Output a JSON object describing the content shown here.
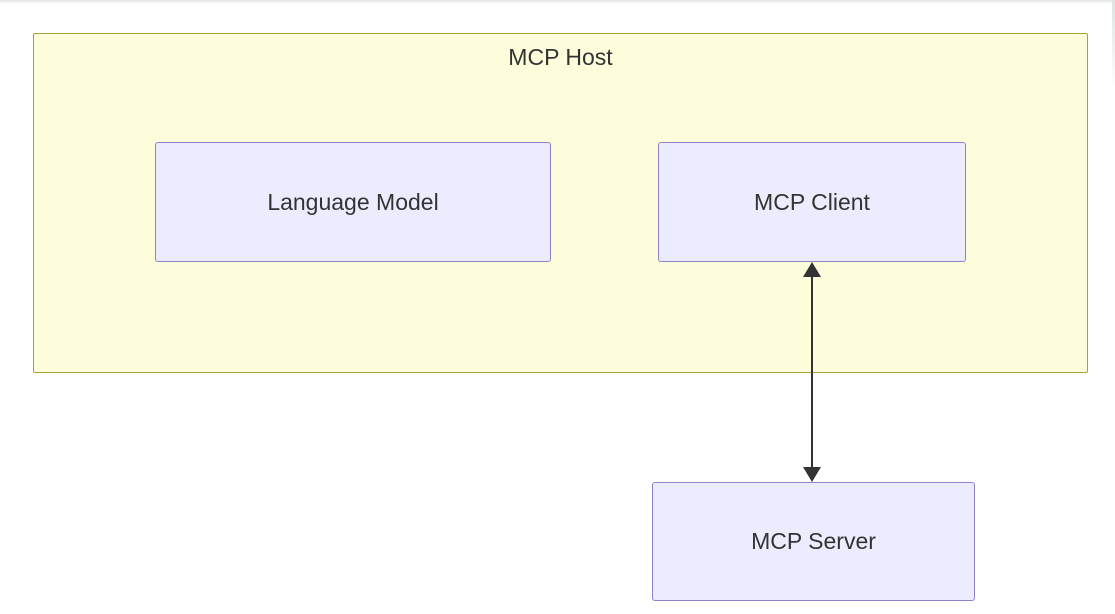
{
  "diagram": {
    "type": "flowchart",
    "host": {
      "label": "MCP Host"
    },
    "nodes": [
      {
        "id": "language-model",
        "label": "Language Model",
        "inside_host": true
      },
      {
        "id": "mcp-client",
        "label": "MCP Client",
        "inside_host": true
      },
      {
        "id": "mcp-server",
        "label": "MCP Server",
        "inside_host": false
      }
    ],
    "edges": [
      {
        "from": "mcp-client",
        "to": "mcp-server",
        "bidirectional": true,
        "style": "solid-black-double-arrow"
      }
    ],
    "colors": {
      "host_fill": "#fdfddc",
      "host_border": "#a3a338",
      "node_fill": "#ececff",
      "node_border": "#9381cd",
      "text": "#333333",
      "arrow": "#333333",
      "background": "#ffffff"
    }
  }
}
